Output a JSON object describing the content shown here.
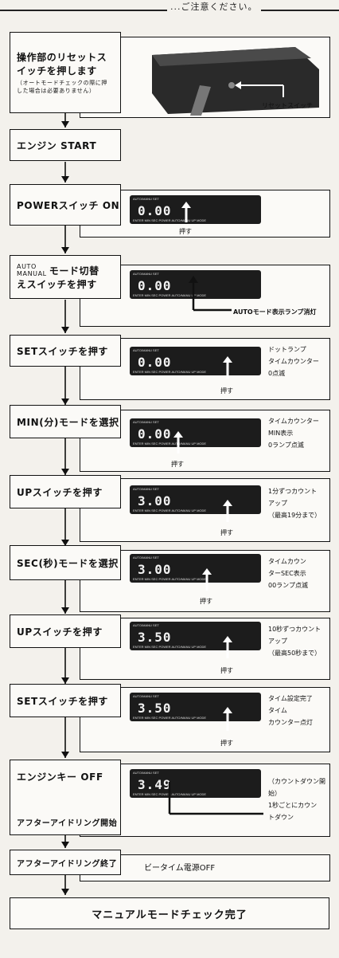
{
  "header_caption": "...ご注意ください。",
  "steps": [
    {
      "id": "reset",
      "label_line1": "操作部のリセットス",
      "label_line2": "イッチを押します",
      "sub_line1": "（オートモードチェックの際に押",
      "sub_line2": "した場合は必要ありません）",
      "panel_note": "リセットスイッチ"
    },
    {
      "id": "engine",
      "label": "エンジン START"
    },
    {
      "id": "power",
      "label": "POWERスイッチ ON",
      "display": "0.00",
      "push": "押す"
    },
    {
      "id": "auto",
      "label_small1": "AUTO",
      "label_small2": "MANUAL",
      "label_rest1": "モード切替",
      "label_rest2": "えスイッチを押す",
      "display": "0.00",
      "note": "AUTOモード表示ランプ消灯"
    },
    {
      "id": "set1",
      "label": "SETスイッチを押す",
      "display": "0.00",
      "push": "押す",
      "note_lines": [
        "ドットランプ",
        "タイムカウンター",
        "0点滅"
      ]
    },
    {
      "id": "min",
      "label": "MIN(分)モードを選択",
      "display": "0.00",
      "push": "押す",
      "note_lines": [
        "タイムカウンター",
        "MIN表示",
        "0ランプ点滅"
      ]
    },
    {
      "id": "up1",
      "label": "UPスイッチを押す",
      "display": "3.00",
      "push": "押す",
      "note_lines": [
        "1分ずつカウント",
        "アップ",
        "（最高19分まで）"
      ]
    },
    {
      "id": "sec",
      "label": "SEC(秒)モードを選択",
      "display": "3.00",
      "push": "押す",
      "note_lines": [
        "タイムカウン",
        "ターSEC表示",
        "00ランプ点滅"
      ]
    },
    {
      "id": "up2",
      "label": "UPスイッチを押す",
      "display": "3.50",
      "push": "押す",
      "note_lines": [
        "10秒ずつカウント",
        "アップ",
        "（最高50秒まで）"
      ]
    },
    {
      "id": "set2",
      "label": "SETスイッチを押す",
      "display": "3.50",
      "push": "押す",
      "note_lines": [
        "タイム設定完了",
        "タイム",
        "カウンター点灯"
      ]
    },
    {
      "id": "enginekey",
      "label": "エンジンキー OFF",
      "label2": "アフターアイドリング開始",
      "display": "3.49",
      "note_lines": [
        "（カウントダウン開",
        "始）",
        "1秒ごとにカウン",
        "トダウン"
      ]
    },
    {
      "id": "afterend",
      "label": "アフターアイドリング終了",
      "note": "ビータイム電源OFF"
    },
    {
      "id": "complete",
      "label": "マニュアルモードチェック完了"
    }
  ],
  "keypad": {
    "top_keys": "AUTO/MANU  SET",
    "bottom_keys": "ENTER  MIN  SEC  POWER  AUTO/MANU  UP  MODE"
  }
}
